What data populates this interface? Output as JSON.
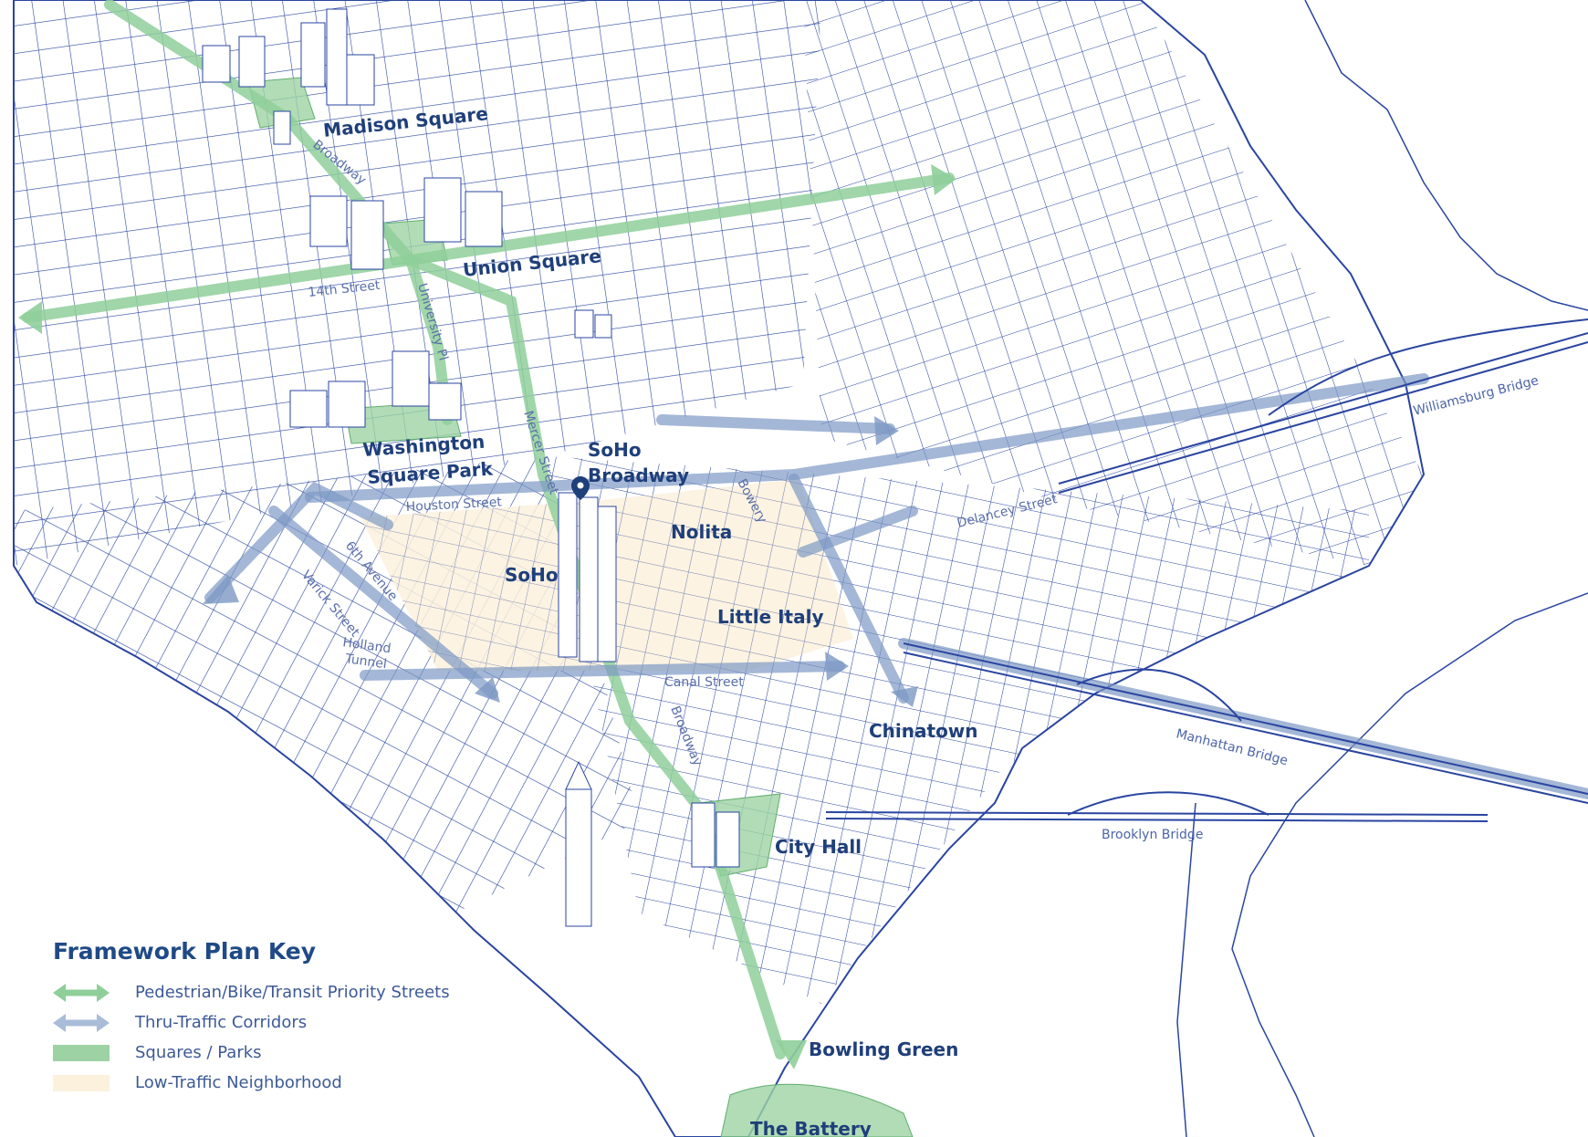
{
  "places": {
    "madison_square": "Madison Square",
    "union_square": "Union Square",
    "washington_square_park_1": "Washington",
    "washington_square_park_2": "Square Park",
    "soho_broadway_1": "SoHo",
    "soho_broadway_2": "Broadway",
    "soho": "SoHo",
    "nolita": "Nolita",
    "little_italy": "Little Italy",
    "chinatown": "Chinatown",
    "city_hall": "City Hall",
    "bowling_green": "Bowling Green",
    "the_battery": "The Battery"
  },
  "streets": {
    "broadway_north": "Broadway",
    "fourteenth": "14th Street",
    "university": "University Pl",
    "mercer": "Mercer Street",
    "houston": "Houston Street",
    "bowery": "Bowery",
    "delancey": "Delancey Street",
    "sixth_ave": "6th Avenue",
    "varick": "Varick Street",
    "holland_1": "Holland",
    "holland_2": "Tunnel",
    "canal": "Canal Street",
    "broadway_south": "Broadway"
  },
  "bridges": {
    "williamsburg": "Williamsburg Bridge",
    "manhattan": "Manhattan Bridge",
    "brooklyn": "Brooklyn Bridge"
  },
  "legend": {
    "title": "Framework Plan Key",
    "items": [
      {
        "label": "Pedestrian/Bike/Transit Priority Streets",
        "color": "#8fcf9a",
        "kind": "arrow"
      },
      {
        "label": "Thru-Traffic Corridors",
        "color": "#a9bcd8",
        "kind": "arrow"
      },
      {
        "label": "Squares / Parks",
        "color": "#9dd3a4",
        "kind": "block"
      },
      {
        "label": "Low-Traffic Neighborhood",
        "color": "#fbf1dd",
        "kind": "block"
      }
    ]
  },
  "colors": {
    "street_line": "#2a45a0",
    "park_green": "#9dd3a4",
    "priority_green": "#8fcf9a",
    "traffic_blue": "#7d98c4",
    "low_traffic": "#fbf1dd",
    "label_navy": "#1f3f7a"
  }
}
